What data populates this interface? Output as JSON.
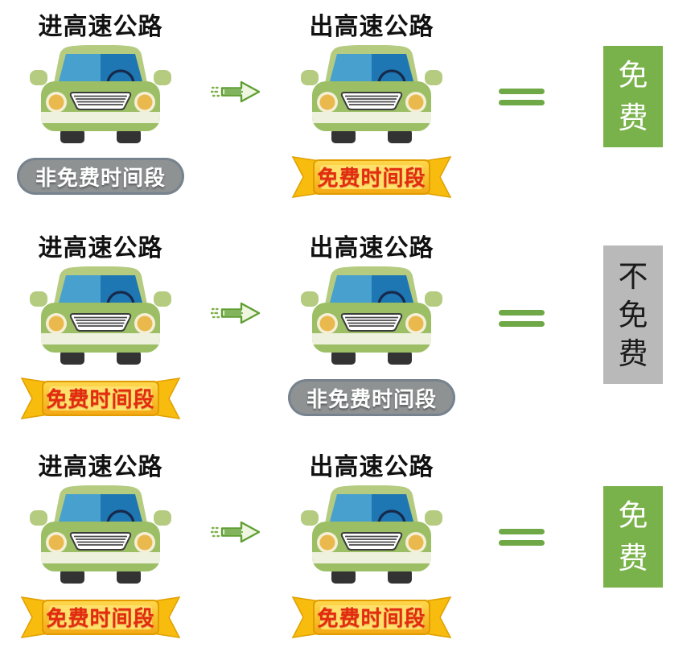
{
  "colors": {
    "accent-green": "#6fa846",
    "result-free-bg": "#79b24a",
    "result-free-text": "#ffffff",
    "result-notfree-bg": "#b9b9b9",
    "result-notfree-text": "#1a1a1a",
    "pill-bg": "#8f9293",
    "pill-text": "#ffffff",
    "ribbon-gold": "#f6b611",
    "ribbon-text": "#e32b10",
    "title-text": "#111111",
    "car-body": "#9cbf66",
    "car-cabin": "#b4cb80",
    "windshield-left": "#47a0ce",
    "windshield-right": "#1e77b2",
    "headlight": "#eab94e"
  },
  "rows": [
    {
      "left": {
        "title": "进高速公路",
        "badge": {
          "type": "pill",
          "label": "非免费时间段"
        }
      },
      "right": {
        "title": "出高速公路",
        "badge": {
          "type": "ribbon",
          "label": "免费时间段"
        }
      },
      "result": {
        "label": "免费",
        "style": "free"
      }
    },
    {
      "left": {
        "title": "进高速公路",
        "badge": {
          "type": "ribbon",
          "label": "免费时间段"
        }
      },
      "right": {
        "title": "出高速公路",
        "badge": {
          "type": "pill",
          "label": "非免费时间段"
        }
      },
      "result": {
        "label": "不免费",
        "style": "notfree"
      }
    },
    {
      "left": {
        "title": "进高速公路",
        "badge": {
          "type": "ribbon",
          "label": "免费时间段"
        }
      },
      "right": {
        "title": "出高速公路",
        "badge": {
          "type": "ribbon",
          "label": "免费时间段"
        }
      },
      "result": {
        "label": "免费",
        "style": "free"
      }
    }
  ]
}
